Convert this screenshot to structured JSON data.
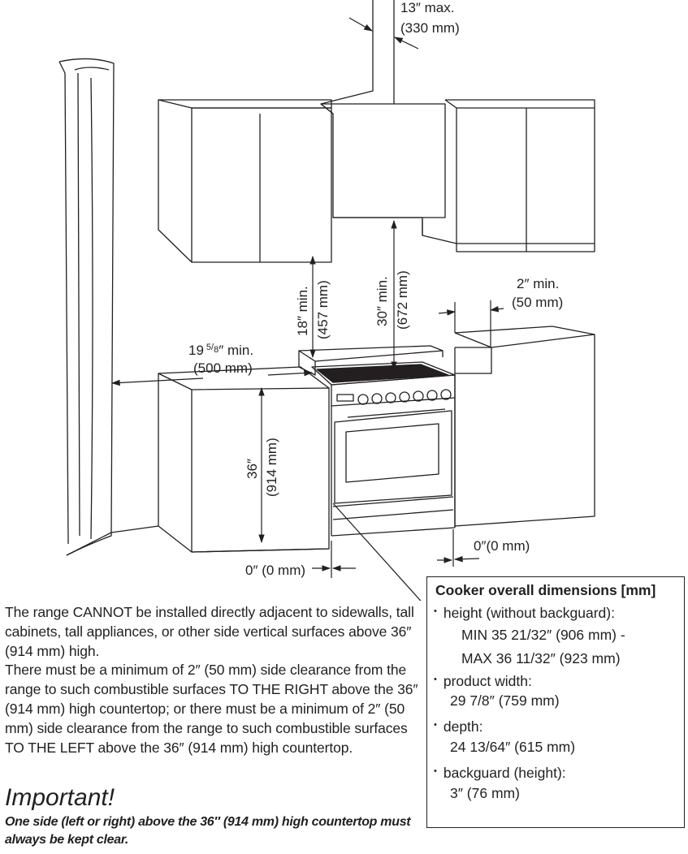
{
  "diagram": {
    "hood_max_label": "13″ max.",
    "hood_max_mm": "(330 mm)",
    "cabinet_left_min": "18″ min.",
    "cabinet_left_mm": "(457 mm)",
    "hood_min": "30″ min.",
    "hood_min_mm": "(672 mm)",
    "right_clearance": "2″ min.",
    "right_clearance_mm": "(50 mm)",
    "side_wall_whole": "19",
    "side_wall_frac_num": "5",
    "side_wall_frac_den": "8",
    "side_wall_suffix": "″ min.",
    "side_wall_mm": "(500 mm)",
    "counter_height": "36″",
    "counter_height_mm": "(914 mm)",
    "gap_left": "0″ (0 mm)",
    "gap_right": "0″(0 mm)"
  },
  "body": {
    "paragraph1": "The range CANNOT be installed directly adjacent to sidewalls, tall cabinets, tall appliances, or other side vertical surfaces above 36″ (914 mm) high.",
    "paragraph2": "There must be a minimum of 2″ (50 mm) side clearance from the range to such combustible surfaces TO THE RIGHT above the 36″ (914 mm) high countertop; or there must be a minimum of 2″ (50 mm) side clearance from the range to such combustible surfaces TO THE LEFT above the 36″ (914 mm) high countertop."
  },
  "important": {
    "title": "Important!",
    "text": "One side (left or right) above the 36″ (914 mm) high countertop must always be kept clear."
  },
  "dimensions": {
    "title": "Cooker overall dimensions [mm]",
    "height_label": "height (without backguard):",
    "height_min": "MIN   35 21/32″ (906 mm) -",
    "height_max": "MAX  36 11/32″ (923 mm)",
    "width_label": "product width:",
    "width_value": "29 7/8″ (759 mm)",
    "depth_label": "depth:",
    "depth_value": "24 13/64″ (615 mm)",
    "backguard_label": "backguard (height):",
    "backguard_value": "3″ (76 mm)"
  }
}
